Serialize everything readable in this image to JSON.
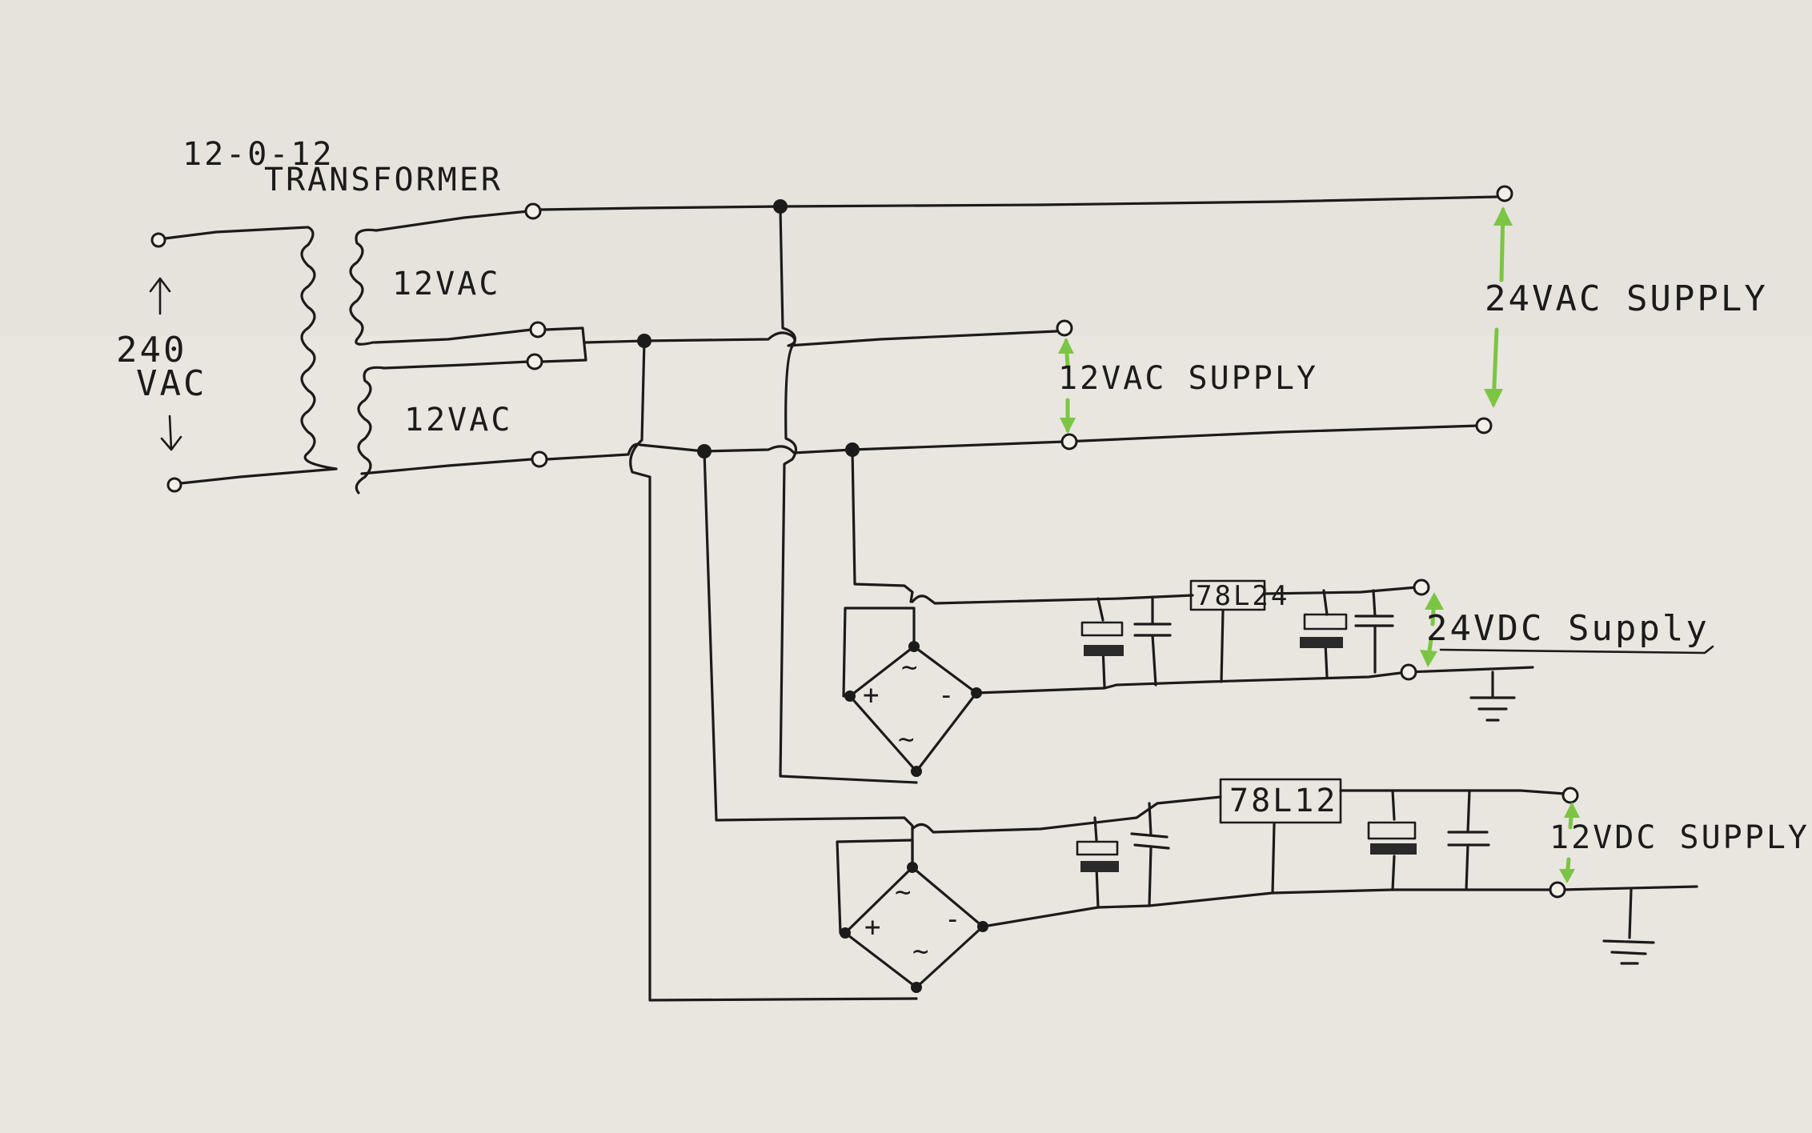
{
  "transformer": {
    "title_line1": "12-0-12",
    "title_line2": "TRANSFORMER",
    "primary_label_top": "240",
    "primary_label_bottom": "VAC",
    "secondary_upper_label": "12VAC",
    "secondary_lower_label": "12VAC"
  },
  "outputs": {
    "ac24_label": "24VAC SUPPLY",
    "ac12_label": "12VAC SUPPLY",
    "dc24_label": "24VDC Supply",
    "dc12_label": "12VDC SUPPLY"
  },
  "regulators": {
    "upper": "78L24",
    "lower": "78L12"
  },
  "bridge_marks": {
    "ac": "~",
    "plus": "+",
    "minus": "-"
  },
  "colors": {
    "ink": "#1b1b1b",
    "arrow": "#7cc544",
    "paper": "#e9e6df"
  }
}
